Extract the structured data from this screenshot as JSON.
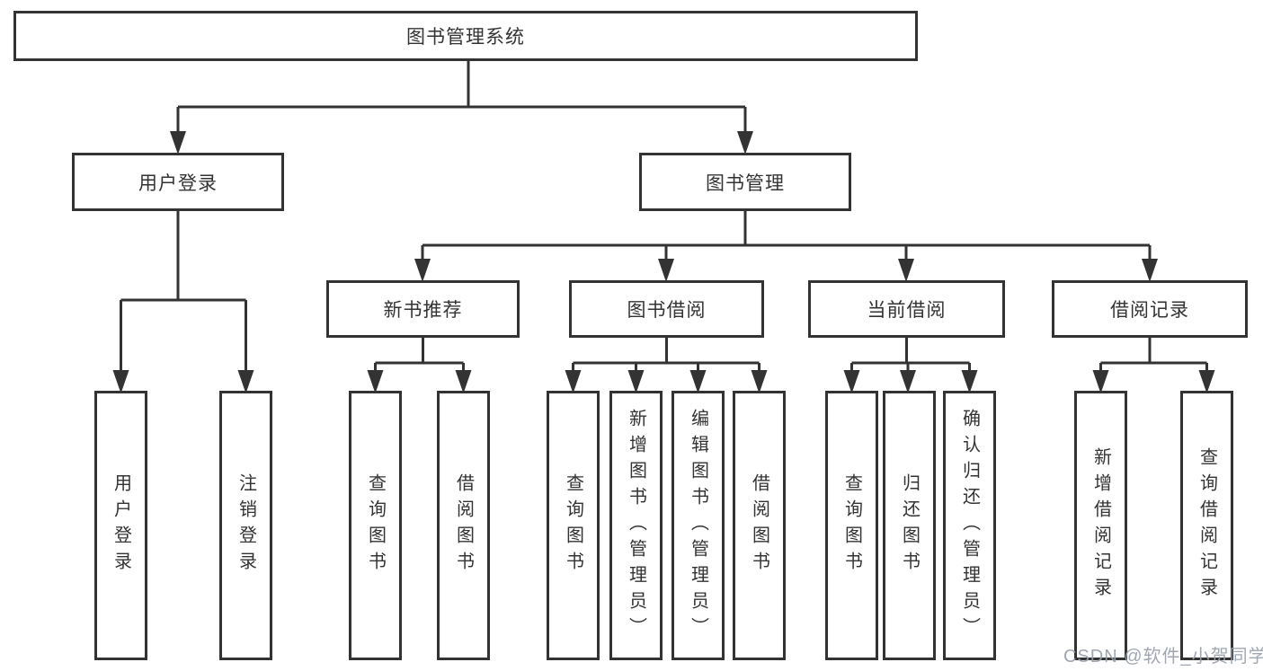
{
  "tree": {
    "root": {
      "label": "图书管理系统"
    },
    "level2": [
      {
        "label": "用户登录"
      },
      {
        "label": "图书管理"
      }
    ],
    "level3": [
      {
        "label": "新书推荐",
        "parent": "图书管理"
      },
      {
        "label": "图书借阅",
        "parent": "图书管理"
      },
      {
        "label": "当前借阅",
        "parent": "图书管理"
      },
      {
        "label": "借阅记录",
        "parent": "图书管理"
      }
    ],
    "leaves": [
      {
        "label": "用户登录",
        "parent": "用户登录"
      },
      {
        "label": "注销登录",
        "parent": "用户登录"
      },
      {
        "label": "查询图书",
        "parent": "新书推荐"
      },
      {
        "label": "借阅图书",
        "parent": "新书推荐"
      },
      {
        "label": "查询图书",
        "parent": "图书借阅"
      },
      {
        "label": "新增图书（管理员）",
        "parent": "图书借阅"
      },
      {
        "label": "编辑图书（管理员）",
        "parent": "图书借阅"
      },
      {
        "label": "借阅图书",
        "parent": "图书借阅"
      },
      {
        "label": "查询图书",
        "parent": "当前借阅"
      },
      {
        "label": "归还图书",
        "parent": "当前借阅"
      },
      {
        "label": "确认归还（管理员）",
        "parent": "当前借阅"
      },
      {
        "label": "新增借阅记录",
        "parent": "借阅记录"
      },
      {
        "label": "查询借阅记录",
        "parent": "借阅记录"
      }
    ]
  },
  "watermark": "CSDN @软件_小贺同学",
  "colors": {
    "line": "#333333",
    "box_fill": "#ffffff",
    "text": "#333333",
    "watermark": "#989fab",
    "background": "#ffffff"
  }
}
